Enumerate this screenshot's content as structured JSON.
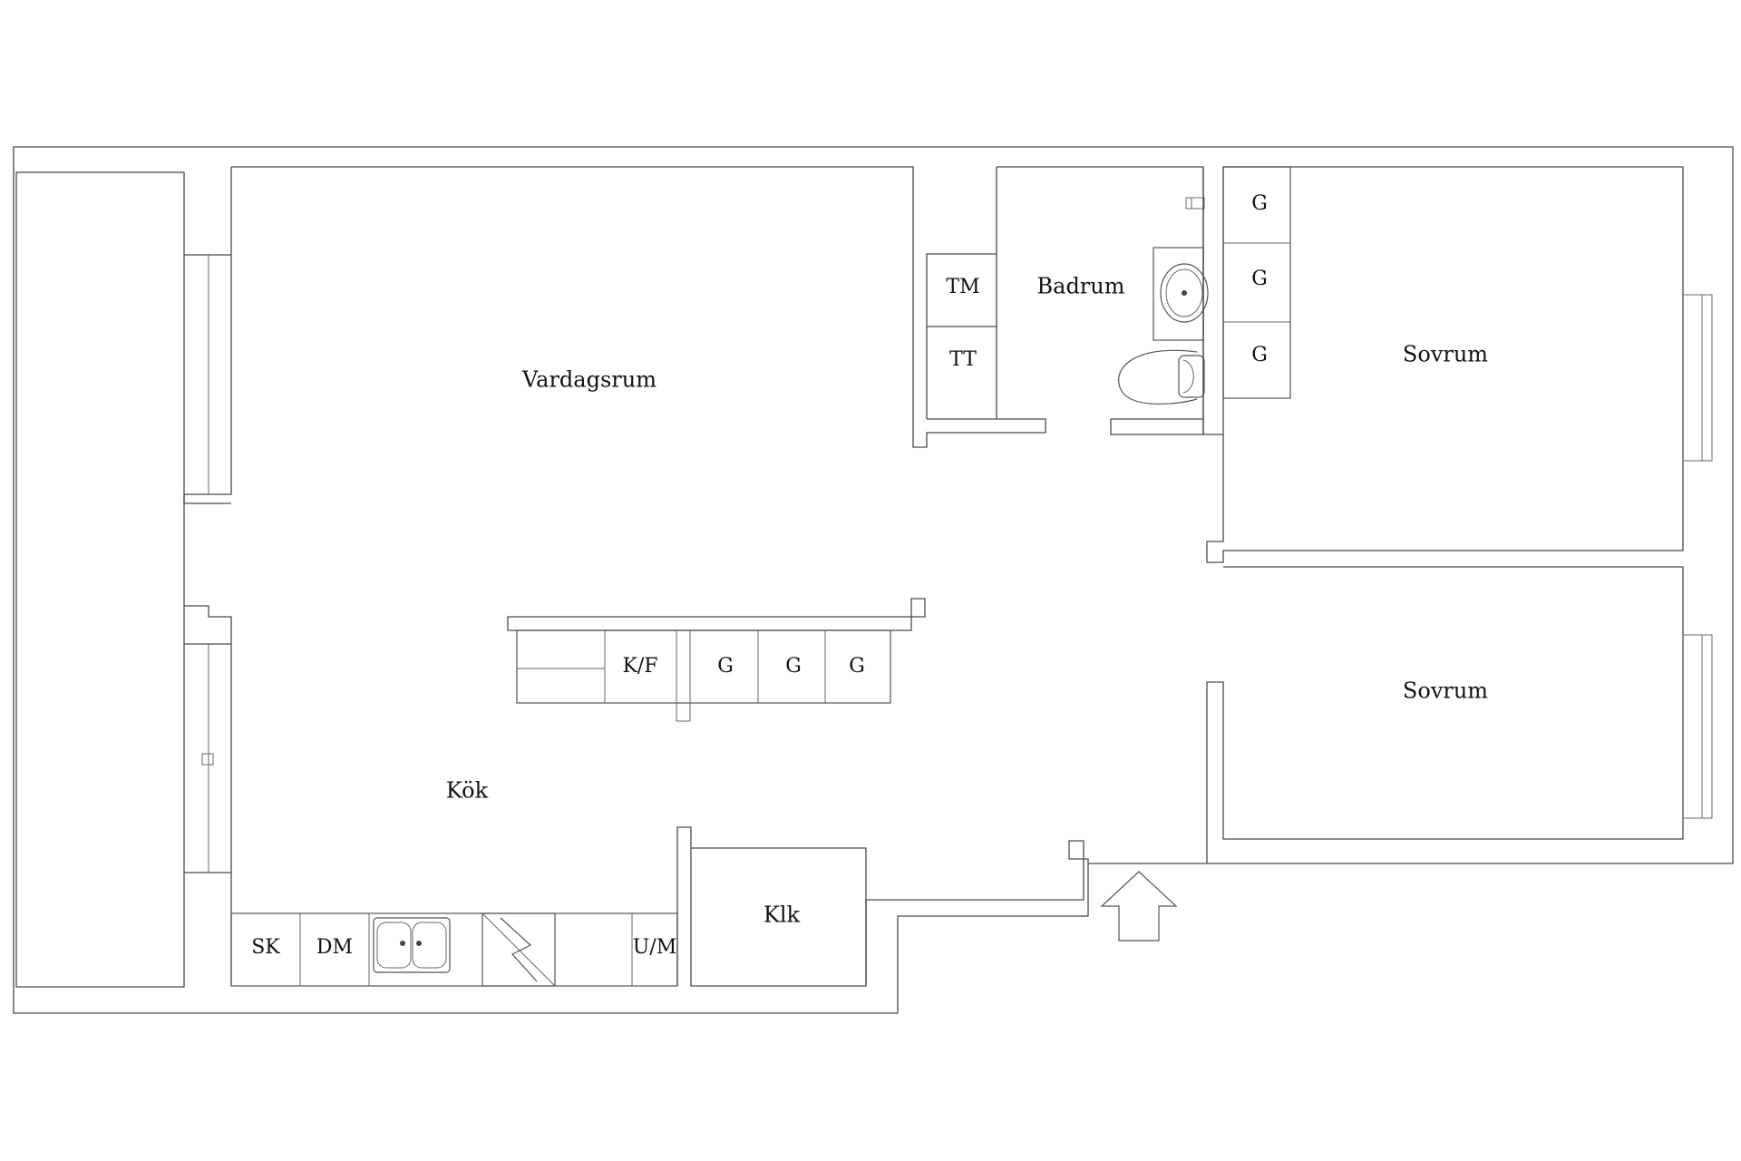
{
  "rooms": {
    "living": "Vardagsrum",
    "kitchen": "Kök",
    "bathroom": "Badrum",
    "bedroom_1": "Sovrum",
    "bedroom_2": "Sovrum",
    "closet": "Klk"
  },
  "bathroom_units": {
    "washer": "TM",
    "dryer": "TT"
  },
  "wardrobes": [
    "G",
    "G",
    "G"
  ],
  "island": {
    "fridge_freezer": "K/F",
    "cabinets": [
      "G",
      "G",
      "G"
    ]
  },
  "kitchen_row": {
    "cabinet": "SK",
    "dishwasher": "DM",
    "micro_oven": "U/M"
  }
}
